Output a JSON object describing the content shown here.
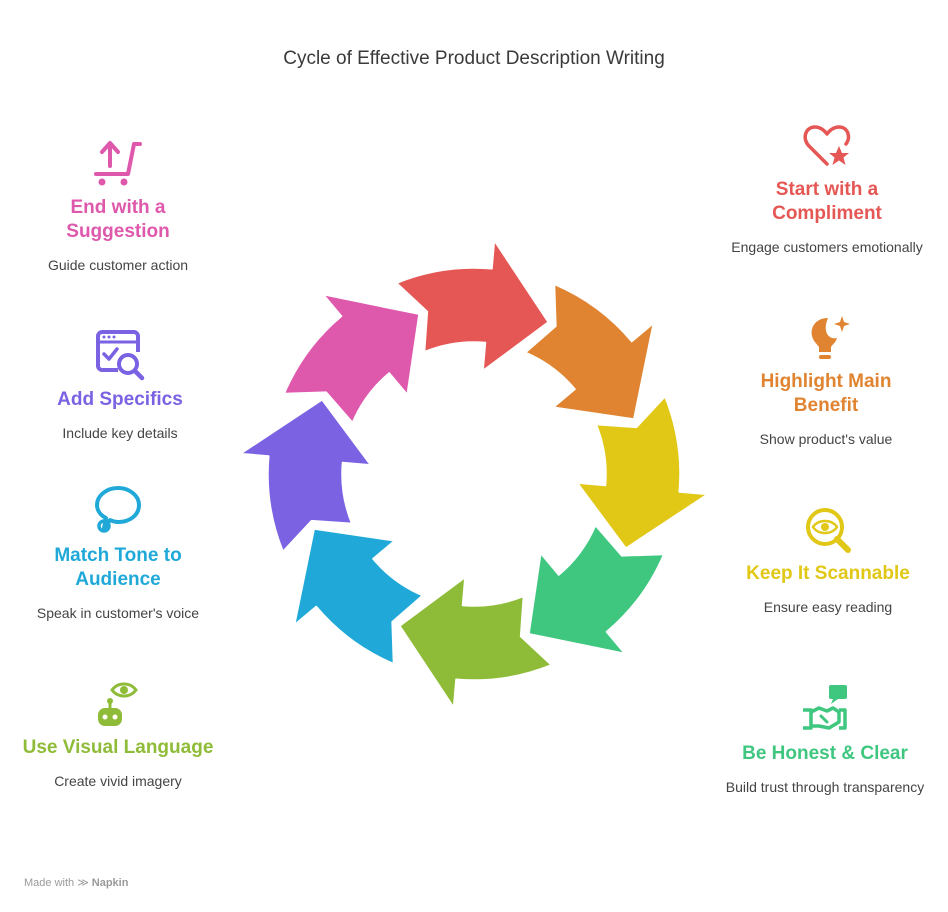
{
  "title": "Cycle of Effective Product Description Writing",
  "colors": {
    "red": "#e55754",
    "orange": "#e08431",
    "yellow": "#e1c716",
    "green": "#3fc780",
    "olive": "#8fbc38",
    "blue": "#20a9d8",
    "purple": "#7b62e3",
    "pink": "#de58ac"
  },
  "steps": [
    {
      "icon": "heart-star-icon",
      "heading": "Start with a Compliment",
      "description": "Engage customers emotionally",
      "color": "#e55754"
    },
    {
      "icon": "lightbulb-sparkle-icon",
      "heading": "Highlight Main Benefit",
      "description": "Show product's value",
      "color": "#e08431"
    },
    {
      "icon": "magnifier-eye-icon",
      "heading": "Keep It Scannable",
      "description": "Ensure easy reading",
      "color": "#e1c716"
    },
    {
      "icon": "handshake-chat-icon",
      "heading": "Be Honest & Clear",
      "description": "Build trust through transparency",
      "color": "#3fc780"
    },
    {
      "icon": "robot-eye-icon",
      "heading": "Use Visual Language",
      "description": "Create vivid imagery",
      "color": "#8fbc38"
    },
    {
      "icon": "speech-bubble-icon",
      "heading": "Match Tone to Audience",
      "description": "Speak in customer's voice",
      "color": "#20a9d8"
    },
    {
      "icon": "browser-search-icon",
      "heading": "Add Specifics",
      "description": "Include key details",
      "color": "#7b62e3"
    },
    {
      "icon": "cart-arrow-icon",
      "heading": "End with a Suggestion",
      "description": "Guide customer action",
      "color": "#de58ac"
    }
  ],
  "footer": {
    "made_with": "Made with",
    "brand": "Napkin"
  }
}
